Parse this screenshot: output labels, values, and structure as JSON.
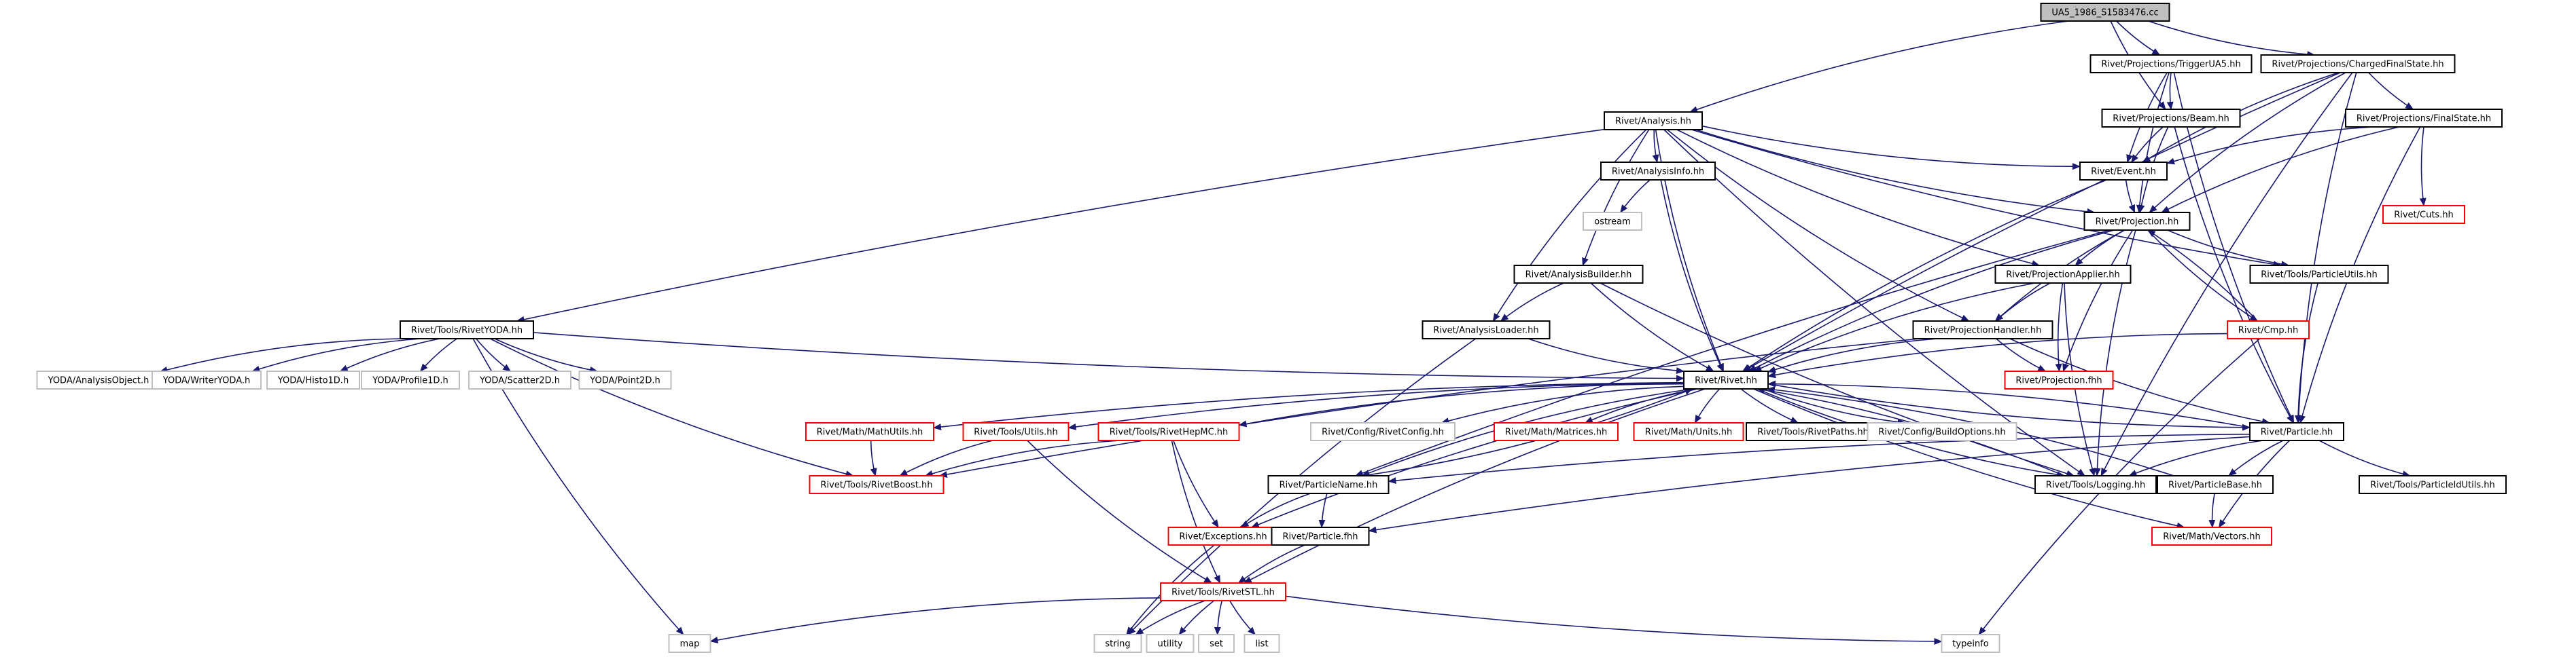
{
  "nodes": [
    {
      "id": "root",
      "label": "UA5_1986_S1583476.cc",
      "style": "root"
    },
    {
      "id": "analysis",
      "label": "Rivet/Analysis.hh",
      "style": "normal"
    },
    {
      "id": "trigger",
      "label": "Rivet/Projections/TriggerUA5.hh",
      "style": "normal"
    },
    {
      "id": "chfs",
      "label": "Rivet/Projections/ChargedFinalState.hh",
      "style": "normal"
    },
    {
      "id": "beam",
      "label": "Rivet/Projections/Beam.hh",
      "style": "normal"
    },
    {
      "id": "finalstate",
      "label": "Rivet/Projections/FinalState.hh",
      "style": "normal"
    },
    {
      "id": "analysisinfo",
      "label": "Rivet/AnalysisInfo.hh",
      "style": "normal"
    },
    {
      "id": "event",
      "label": "Rivet/Event.hh",
      "style": "normal"
    },
    {
      "id": "cuts",
      "label": "Rivet/Cuts.hh",
      "style": "red"
    },
    {
      "id": "ostream",
      "label": "ostream",
      "style": "gray"
    },
    {
      "id": "projection",
      "label": "Rivet/Projection.hh",
      "style": "normal"
    },
    {
      "id": "analysisbuilder",
      "label": "Rivet/AnalysisBuilder.hh",
      "style": "normal"
    },
    {
      "id": "projapplier",
      "label": "Rivet/ProjectionApplier.hh",
      "style": "normal"
    },
    {
      "id": "particleutils",
      "label": "Rivet/Tools/ParticleUtils.hh",
      "style": "normal"
    },
    {
      "id": "rivetyoda",
      "label": "Rivet/Tools/RivetYODA.hh",
      "style": "normal"
    },
    {
      "id": "analysisloader",
      "label": "Rivet/AnalysisLoader.hh",
      "style": "normal"
    },
    {
      "id": "projhandler",
      "label": "Rivet/ProjectionHandler.hh",
      "style": "normal"
    },
    {
      "id": "cmp",
      "label": "Rivet/Cmp.hh",
      "style": "red"
    },
    {
      "id": "yaobj",
      "label": "YODA/AnalysisObject.h",
      "style": "gray"
    },
    {
      "id": "ywriter",
      "label": "YODA/WriterYODA.h",
      "style": "gray"
    },
    {
      "id": "yhisto1d",
      "label": "YODA/Histo1D.h",
      "style": "gray"
    },
    {
      "id": "yprofile1d",
      "label": "YODA/Profile1D.h",
      "style": "gray"
    },
    {
      "id": "yscatter2d",
      "label": "YODA/Scatter2D.h",
      "style": "gray"
    },
    {
      "id": "ypoint2d",
      "label": "YODA/Point2D.h",
      "style": "gray"
    },
    {
      "id": "rivet",
      "label": "Rivet/Rivet.hh",
      "style": "normal"
    },
    {
      "id": "projfhh",
      "label": "Rivet/Projection.fhh",
      "style": "red"
    },
    {
      "id": "mathutils",
      "label": "Rivet/Math/MathUtils.hh",
      "style": "red"
    },
    {
      "id": "toolsutils",
      "label": "Rivet/Tools/Utils.hh",
      "style": "red"
    },
    {
      "id": "hepmc",
      "label": "Rivet/Tools/RivetHepMC.hh",
      "style": "red"
    },
    {
      "id": "config",
      "label": "Rivet/Config/RivetConfig.hh",
      "style": "gray"
    },
    {
      "id": "matrices",
      "label": "Rivet/Math/Matrices.hh",
      "style": "red"
    },
    {
      "id": "units",
      "label": "Rivet/Math/Units.hh",
      "style": "red"
    },
    {
      "id": "rivetpaths",
      "label": "Rivet/Tools/RivetPaths.hh",
      "style": "normal"
    },
    {
      "id": "buildopts",
      "label": "Rivet/Config/BuildOptions.hh",
      "style": "gray"
    },
    {
      "id": "particle",
      "label": "Rivet/Particle.hh",
      "style": "normal"
    },
    {
      "id": "rivetboost",
      "label": "Rivet/Tools/RivetBoost.hh",
      "style": "red"
    },
    {
      "id": "particlename",
      "label": "Rivet/ParticleName.hh",
      "style": "normal"
    },
    {
      "id": "logging",
      "label": "Rivet/Tools/Logging.hh",
      "style": "normal"
    },
    {
      "id": "particlebase",
      "label": "Rivet/ParticleBase.hh",
      "style": "normal"
    },
    {
      "id": "particleidutils",
      "label": "Rivet/Tools/ParticleIdUtils.hh",
      "style": "normal"
    },
    {
      "id": "exceptions",
      "label": "Rivet/Exceptions.hh",
      "style": "red"
    },
    {
      "id": "particlefhh",
      "label": "Rivet/Particle.fhh",
      "style": "normal"
    },
    {
      "id": "vectors",
      "label": "Rivet/Math/Vectors.hh",
      "style": "red"
    },
    {
      "id": "rivetstl",
      "label": "Rivet/Tools/RivetSTL.hh",
      "style": "red"
    },
    {
      "id": "map",
      "label": "map",
      "style": "gray"
    },
    {
      "id": "string",
      "label": "string",
      "style": "gray"
    },
    {
      "id": "utility",
      "label": "utility",
      "style": "gray"
    },
    {
      "id": "set",
      "label": "set",
      "style": "gray"
    },
    {
      "id": "list",
      "label": "list",
      "style": "gray"
    },
    {
      "id": "typeinfo",
      "label": "typeinfo",
      "style": "gray"
    }
  ],
  "edges": [
    [
      "root",
      "analysis"
    ],
    [
      "root",
      "trigger"
    ],
    [
      "root",
      "chfs"
    ],
    [
      "root",
      "beam"
    ],
    [
      "trigger",
      "beam"
    ],
    [
      "trigger",
      "event"
    ],
    [
      "trigger",
      "projection"
    ],
    [
      "trigger",
      "particle"
    ],
    [
      "chfs",
      "finalstate"
    ],
    [
      "chfs",
      "event"
    ],
    [
      "chfs",
      "projection"
    ],
    [
      "chfs",
      "rivet"
    ],
    [
      "chfs",
      "particle"
    ],
    [
      "chfs",
      "logging"
    ],
    [
      "beam",
      "event"
    ],
    [
      "beam",
      "projection"
    ],
    [
      "beam",
      "particle"
    ],
    [
      "finalstate",
      "event"
    ],
    [
      "finalstate",
      "cuts"
    ],
    [
      "finalstate",
      "projection"
    ],
    [
      "finalstate",
      "particle"
    ],
    [
      "analysis",
      "analysisinfo"
    ],
    [
      "analysis",
      "event"
    ],
    [
      "analysis",
      "projection"
    ],
    [
      "analysis",
      "analysisbuilder"
    ],
    [
      "analysis",
      "projapplier"
    ],
    [
      "analysis",
      "particleutils"
    ],
    [
      "analysis",
      "rivetyoda"
    ],
    [
      "analysis",
      "analysisloader"
    ],
    [
      "analysis",
      "projhandler"
    ],
    [
      "analysis",
      "rivet"
    ],
    [
      "analysis",
      "logging"
    ],
    [
      "analysisinfo",
      "ostream"
    ],
    [
      "analysisinfo",
      "rivet"
    ],
    [
      "event",
      "projection"
    ],
    [
      "event",
      "rivet"
    ],
    [
      "projection",
      "projapplier"
    ],
    [
      "projection",
      "projhandler"
    ],
    [
      "projection",
      "particleutils"
    ],
    [
      "projection",
      "cmp"
    ],
    [
      "projection",
      "rivet"
    ],
    [
      "projection",
      "projfhh"
    ],
    [
      "projection",
      "logging"
    ],
    [
      "projection",
      "particlename"
    ],
    [
      "analysisbuilder",
      "analysisloader"
    ],
    [
      "analysisbuilder",
      "rivet"
    ],
    [
      "analysisbuilder",
      "logging"
    ],
    [
      "projapplier",
      "projhandler"
    ],
    [
      "projapplier",
      "rivet"
    ],
    [
      "projapplier",
      "projfhh"
    ],
    [
      "projapplier",
      "logging"
    ],
    [
      "particleutils",
      "particle"
    ],
    [
      "cmp",
      "projection"
    ],
    [
      "cmp",
      "rivet"
    ],
    [
      "cmp",
      "typeinfo"
    ],
    [
      "rivetyoda",
      "yaobj"
    ],
    [
      "rivetyoda",
      "ywriter"
    ],
    [
      "rivetyoda",
      "yhisto1d"
    ],
    [
      "rivetyoda",
      "yprofile1d"
    ],
    [
      "rivetyoda",
      "yscatter2d"
    ],
    [
      "rivetyoda",
      "ypoint2d"
    ],
    [
      "rivetyoda",
      "rivet"
    ],
    [
      "rivetyoda",
      "rivetboost"
    ],
    [
      "rivetyoda",
      "map"
    ],
    [
      "analysisloader",
      "rivet"
    ],
    [
      "analysisloader",
      "string"
    ],
    [
      "projhandler",
      "rivet"
    ],
    [
      "projhandler",
      "projfhh"
    ],
    [
      "projhandler",
      "particle"
    ],
    [
      "projhandler",
      "rivetboost"
    ],
    [
      "rivet",
      "mathutils"
    ],
    [
      "rivet",
      "toolsutils"
    ],
    [
      "rivet",
      "hepmc"
    ],
    [
      "rivet",
      "config"
    ],
    [
      "rivet",
      "matrices"
    ],
    [
      "rivet",
      "units"
    ],
    [
      "rivet",
      "rivetpaths"
    ],
    [
      "rivet",
      "buildopts"
    ],
    [
      "rivet",
      "particle"
    ],
    [
      "rivet",
      "particlename"
    ],
    [
      "rivet",
      "logging"
    ],
    [
      "rivet",
      "exceptions"
    ],
    [
      "rivet",
      "rivetstl"
    ],
    [
      "rivet",
      "vectors"
    ],
    [
      "mathutils",
      "rivetboost"
    ],
    [
      "toolsutils",
      "rivetboost"
    ],
    [
      "toolsutils",
      "rivetstl"
    ],
    [
      "hepmc",
      "rivetboost"
    ],
    [
      "hepmc",
      "exceptions"
    ],
    [
      "hepmc",
      "rivetstl"
    ],
    [
      "particle",
      "rivet"
    ],
    [
      "particle",
      "particlename"
    ],
    [
      "particle",
      "logging"
    ],
    [
      "particle",
      "particlebase"
    ],
    [
      "particle",
      "particleidutils"
    ],
    [
      "particle",
      "particlefhh"
    ],
    [
      "particle",
      "vectors"
    ],
    [
      "particlename",
      "rivet"
    ],
    [
      "particlename",
      "particlefhh"
    ],
    [
      "particlename",
      "exceptions"
    ],
    [
      "logging",
      "rivet"
    ],
    [
      "particlebase",
      "rivet"
    ],
    [
      "particlebase",
      "vectors"
    ],
    [
      "exceptions",
      "string"
    ],
    [
      "particlefhh",
      "rivetstl"
    ],
    [
      "rivetstl",
      "map"
    ],
    [
      "rivetstl",
      "string"
    ],
    [
      "rivetstl",
      "utility"
    ],
    [
      "rivetstl",
      "set"
    ],
    [
      "rivetstl",
      "list"
    ],
    [
      "rivetstl",
      "typeinfo"
    ]
  ],
  "colors": {
    "normal_border": "#000000",
    "normal_fill": "#ffffff",
    "root_border": "#000000",
    "root_fill": "#bfbfbf",
    "red_border": "#ff0000",
    "gray_border": "#bfbfbf",
    "edge": "#191970",
    "text": "#000000"
  }
}
